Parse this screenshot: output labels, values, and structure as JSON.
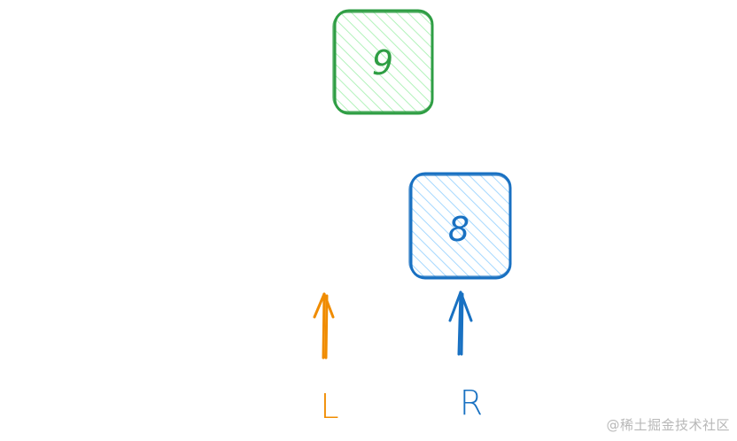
{
  "nodes": {
    "top": {
      "value": "9",
      "stroke": "#2f9e44",
      "fill": "#b2f2bb"
    },
    "right": {
      "value": "8",
      "stroke": "#1971c2",
      "fill": "#a5d8ff"
    }
  },
  "pointers": {
    "left": {
      "label": "L",
      "color": "#f08c00"
    },
    "right": {
      "label": "R",
      "color": "#1971c2"
    }
  },
  "watermark": "@稀土掘金技术社区"
}
